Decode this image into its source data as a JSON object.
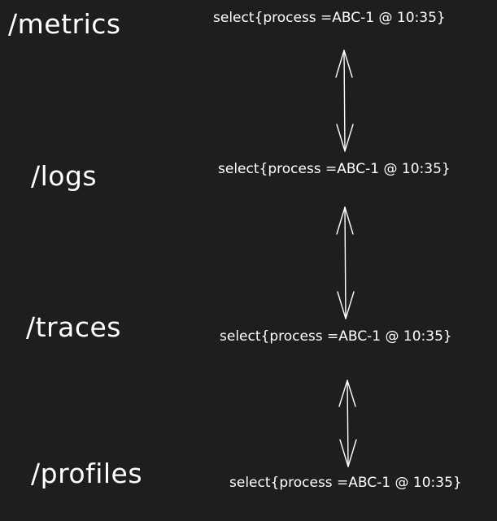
{
  "diagram": {
    "endpoints": [
      "/metrics",
      "/logs",
      "/traces",
      "/profiles"
    ],
    "queries": [
      "select{process =ABC-1 @ 10:35}",
      "select{process =ABC-1 @ 10:35}",
      "select{process =ABC-1 @ 10:35}",
      "select{process =ABC-1 @ 10:35}"
    ],
    "connector": "double-headed-arrow",
    "colors": {
      "background": "#1e1e1e",
      "foreground": "#ffffff"
    }
  }
}
